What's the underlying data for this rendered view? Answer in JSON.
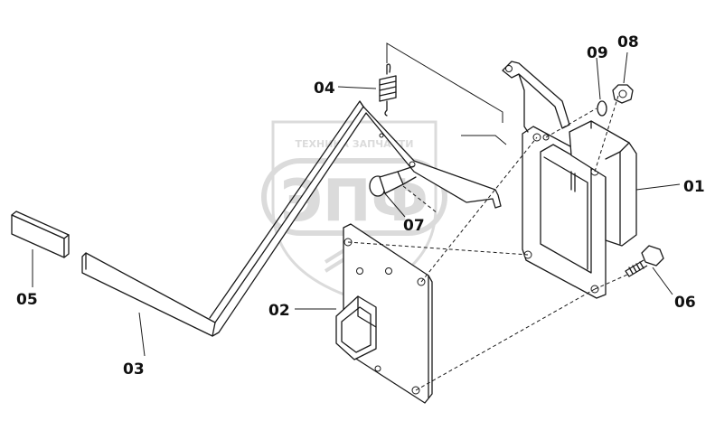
{
  "diagram": {
    "callouts": {
      "c01": "01",
      "c02": "02",
      "c03": "03",
      "c04": "04",
      "c05": "05",
      "c06": "06",
      "c07": "07",
      "c08": "08",
      "c09": "09"
    },
    "watermark": {
      "top_text": "ТЕХНИКА ЗАПЧАСТИ",
      "main_text": "ЭПФ"
    },
    "colors": {
      "line": "#1a1a1a",
      "watermark": "#c8c8c8"
    }
  }
}
